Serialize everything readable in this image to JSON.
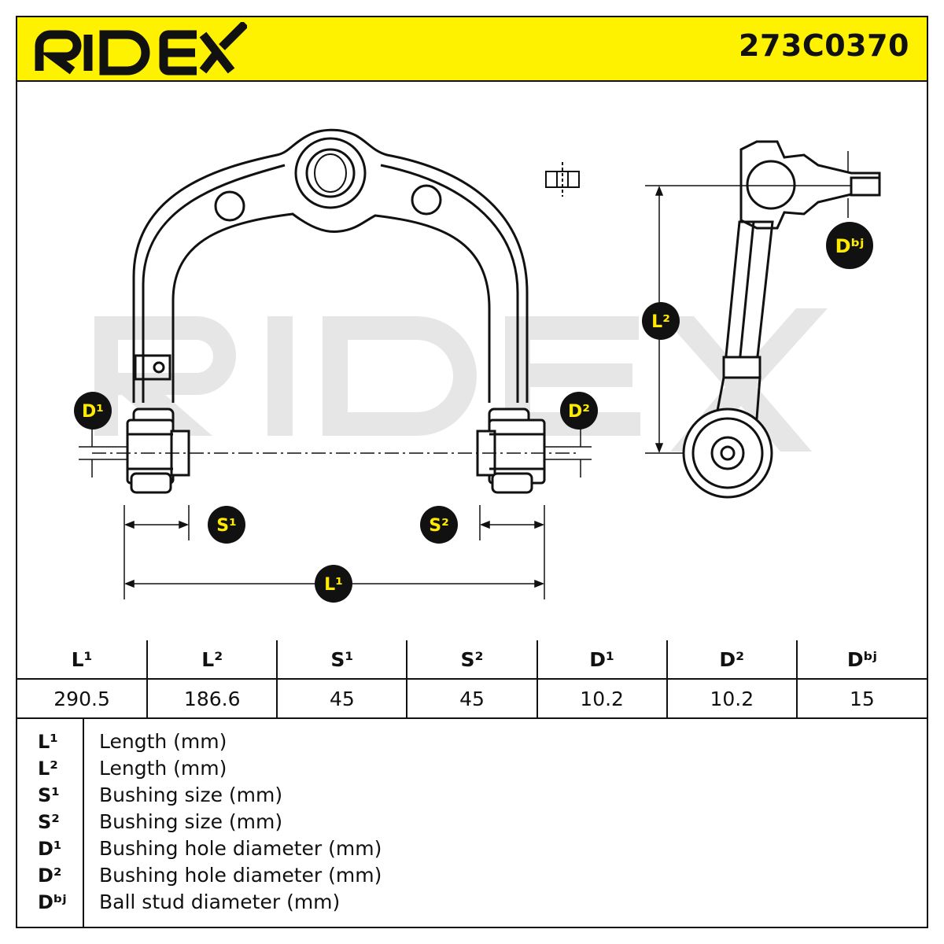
{
  "brand": "RIDEX",
  "part_number": "273C0370",
  "colors": {
    "brand_yellow": "#fff200",
    "badge_text": "#ffeb00",
    "ink": "#111111",
    "watermark": "#e6e6e6"
  },
  "diagram": {
    "watermark": "RIDEX",
    "badges": {
      "L1": "L¹",
      "L2": "L²",
      "S1": "S¹",
      "S2": "S²",
      "D1": "D¹",
      "D2": "D²",
      "Dbj": "Dᵇʲ"
    }
  },
  "table": {
    "headers": [
      "L¹",
      "L²",
      "S¹",
      "S²",
      "D¹",
      "D²",
      "Dᵇʲ"
    ],
    "values": [
      "290.5",
      "186.6",
      "45",
      "45",
      "10.2",
      "10.2",
      "15"
    ]
  },
  "legend": [
    {
      "key": "L¹",
      "desc": "Length (mm)"
    },
    {
      "key": "L²",
      "desc": "Length (mm)"
    },
    {
      "key": "S¹",
      "desc": "Bushing size (mm)"
    },
    {
      "key": "S²",
      "desc": "Bushing size (mm)"
    },
    {
      "key": "D¹",
      "desc": "Bushing hole diameter (mm)"
    },
    {
      "key": "D²",
      "desc": "Bushing hole diameter (mm)"
    },
    {
      "key": "Dᵇʲ",
      "desc": "Ball stud diameter (mm)"
    }
  ]
}
